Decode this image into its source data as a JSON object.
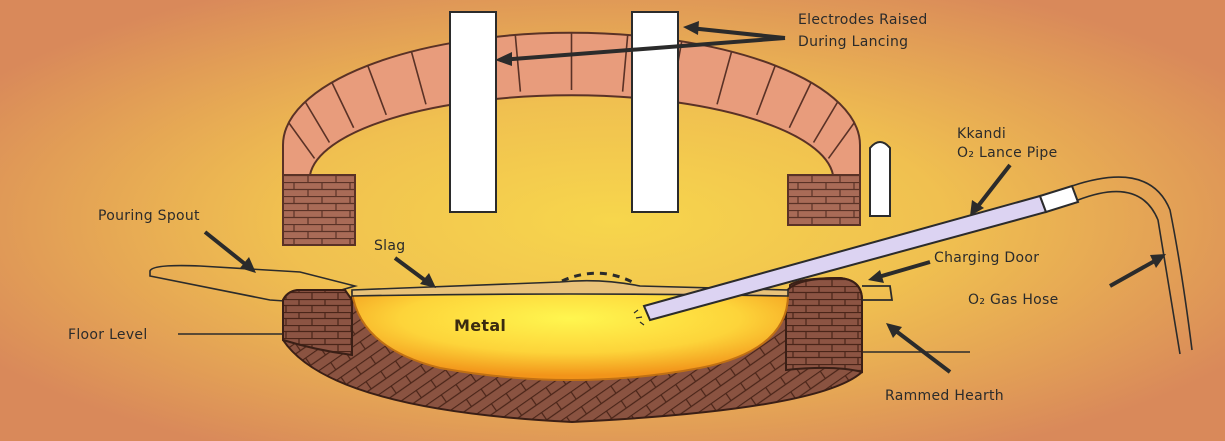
{
  "labels": {
    "electrodes_line1": "Electrodes Raised",
    "electrodes_line2": "During Lancing",
    "lance_line1": "Kkandi",
    "lance_line2": "O₂ Lance Pipe",
    "pouring_spout": "Pouring Spout",
    "slag": "Slag",
    "charging_door": "Charging Door",
    "o2_gas_hose": "O₂ Gas Hose",
    "metal": "Metal",
    "floor_level": "Floor Level",
    "rammed_hearth": "Rammed Hearth"
  },
  "colors": {
    "background_outer": "#d98a55",
    "background_center": "#f6d24a",
    "roof_brick": "#e69a7a",
    "wall_brick": "#a86a55",
    "hearth_brick": "#8a5240",
    "metal_hot": "#fff04a",
    "metal_edge": "#f39a12",
    "electrode": "#ffffff",
    "lance": "#d8d0f0",
    "line": "#2b2b2b"
  }
}
